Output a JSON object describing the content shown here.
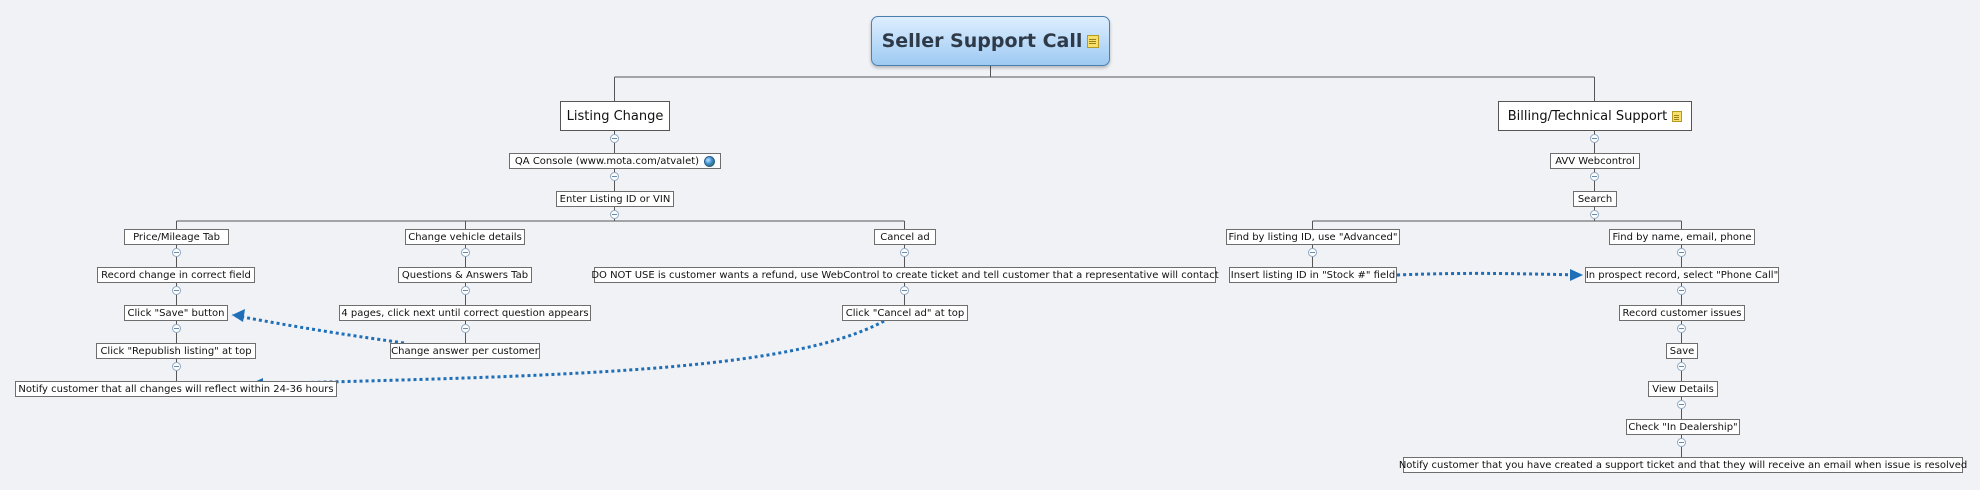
{
  "root": {
    "title": "Seller Support Call",
    "icon": "note-icon"
  },
  "listing": {
    "title": "Listing Change",
    "qa_console": "QA Console (www.mota.com/atvalet)",
    "qa_icon": "globe-icon",
    "enter_id": "Enter Listing ID or VIN",
    "price_tab": {
      "title": "Price/Mileage Tab",
      "steps": [
        "Record change in correct field",
        "Click \"Save\" button",
        "Click \"Republish listing\" at top",
        "Notify customer that all changes will reflect within 24-36 hours"
      ]
    },
    "vehicle": {
      "title": "Change vehicle details",
      "steps": [
        "Questions & Answers Tab",
        "4 pages, click next until correct question appears",
        "Change answer per customer"
      ]
    },
    "cancel": {
      "title": "Cancel ad",
      "steps": [
        "DO NOT USE is customer wants a refund, use WebControl to create ticket and tell customer that a representative will contact",
        "Click \"Cancel ad\" at top"
      ]
    }
  },
  "billing": {
    "title": "Billing/Technical Support",
    "icon": "note-icon",
    "webcontrol": "AVV Webcontrol",
    "search": "Search",
    "by_id": {
      "title": "Find by listing ID, use \"Advanced\"",
      "steps": [
        "Insert listing ID in \"Stock #\" field"
      ]
    },
    "by_name": {
      "title": "Find by name, email, phone",
      "steps": [
        "In prospect record, select \"Phone Call\"",
        "Record customer issues",
        "Save",
        "View Details",
        "Check \"In Dealership\"",
        "Notify customer that you have created a support ticket and that they will receive an email when issue is resolved"
      ]
    }
  },
  "colors": {
    "relationship": "#1f6fb8",
    "connector": "#555555",
    "root_fill": "#b6d9f7"
  }
}
